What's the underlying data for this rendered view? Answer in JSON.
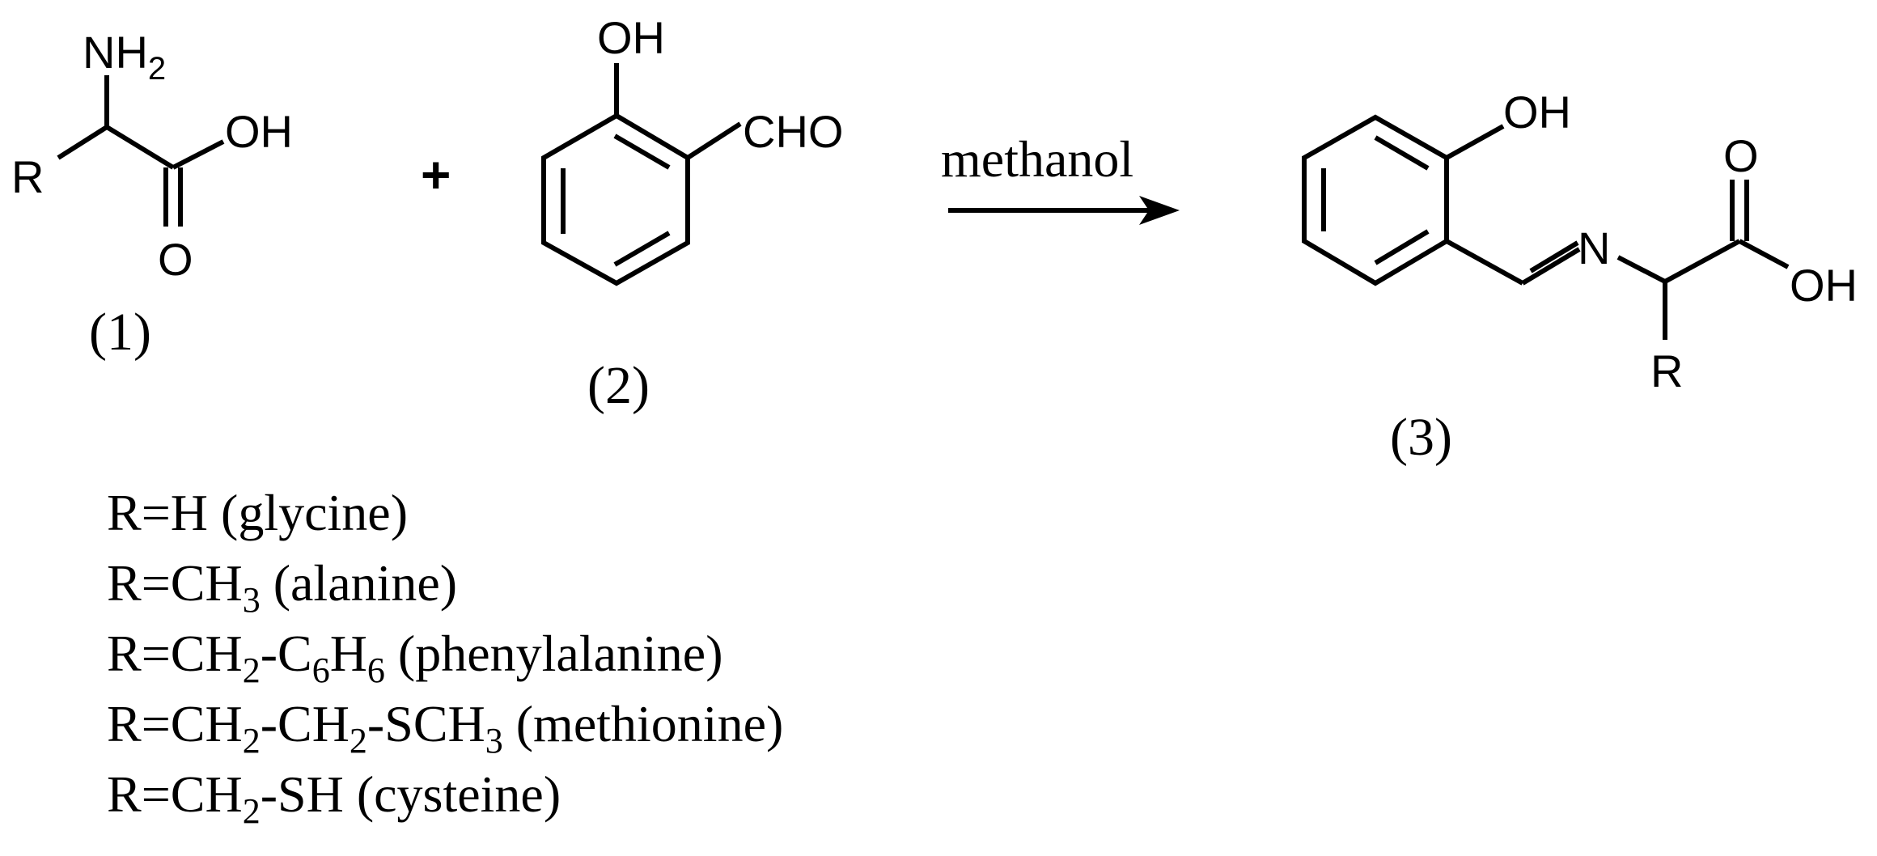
{
  "reactant_amino_acid": {
    "label": "(1)",
    "atoms": {
      "amine_N": "NH",
      "amine_sub": "2",
      "r_group": "R",
      "hydroxyl": "OH",
      "carbonyl_O": "O"
    }
  },
  "plus_sign": "+",
  "reactant_aldehyde": {
    "label": "(2)",
    "atoms": {
      "phenol_OH": "OH",
      "aldehyde": "CHO"
    }
  },
  "reaction_arrow": {
    "solvent": "methanol"
  },
  "product_schiff_base": {
    "label": "(3)",
    "atoms": {
      "phenol_OH": "OH",
      "imine_N": "N",
      "carbonyl_O": "O",
      "hydroxyl": "OH",
      "r_group": "R"
    }
  },
  "r_group_list": [
    {
      "prefix": "R=H",
      "name": "(glycine)"
    },
    {
      "prefix": "R=CH",
      "s1": "3",
      "name": "(alanine)"
    },
    {
      "prefix": "R=CH",
      "s1": "2",
      "p2": "-C",
      "s2": "6",
      "p3": "H",
      "s3": "6",
      "name": "(phenylalanine)"
    },
    {
      "prefix": "R=CH",
      "s1": "2",
      "p2": "-CH",
      "s2": "2",
      "p3": "-SCH",
      "s3": "3",
      "name": "(methionine)"
    },
    {
      "prefix": "R=CH",
      "s1": "2",
      "p2": "-SH",
      "name": "(cysteine)"
    }
  ]
}
